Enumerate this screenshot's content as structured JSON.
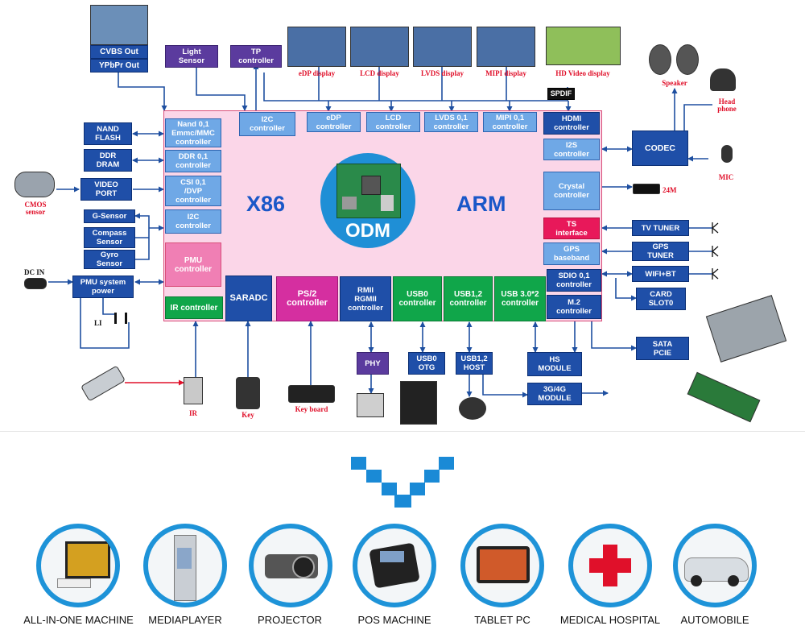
{
  "core": {
    "left": "X86",
    "right": "ARM",
    "center": "ODM"
  },
  "top_inputs": {
    "cvbs": "CVBS Out",
    "ypbpr": "YPbPr Out",
    "light_sensor": "Light\nSensor",
    "tp_controller": "TP\ncontroller"
  },
  "displays": {
    "edp": "eDP display",
    "lcd": "LCD display",
    "lvds": "LVDS display",
    "mipi": "MIPI display",
    "hd": "HD Video display",
    "spdif": "SPDIF"
  },
  "top_ctrl": {
    "i2c": "I2C\ncontroller",
    "edp": "eDP\ncontroller",
    "lcd": "LCD\ncontroller",
    "lvds": "LVDS 0,1\ncontroller",
    "mipi": "MIPI 0,1\ncontroller",
    "hdmi": "HDMI\ncontroller"
  },
  "left_ctrl": {
    "nand": "Nand 0,1\nEmmc/MMC\ncontroller",
    "ddr": "DDR 0,1\ncontroller",
    "csi": "CSI 0,1\n/DVP\ncontroller",
    "i2c": "I2C\ncontroller",
    "pmu": "PMU\ncontroller",
    "ir": "IR controller",
    "saradc": "SARADC"
  },
  "left_ext": {
    "nand_flash": "NAND\nFLASH",
    "ddr_dram": "DDR\nDRAM",
    "video_port": "VIDEO\nPORT",
    "gsensor": "G-Sensor",
    "compass": "Compass\nSensor",
    "gyro": "Gyro\nSensor",
    "pmu_power": "PMU system\npower",
    "cmos": "CMOS\nsensor",
    "dc_in": "DC IN",
    "li": "LI"
  },
  "bottom_ctrl": {
    "ps2": "PS/2\ncontroller",
    "rmii": "RMII\nRGMII\ncontroller",
    "usb0": "USB0\ncontroller",
    "usb12": "USB1,2\ncontroller",
    "usb3": "USB 3.0*2\ncontroller"
  },
  "bottom_ext": {
    "phy": "PHY",
    "usb0_otg": "USB0\nOTG",
    "usb12_host": "USB1,2\nHOST",
    "hs_module": "HS\nMODULE",
    "module_3g4g": "3G/4G\nMODULE"
  },
  "bottom_devices": {
    "ir": "IR",
    "key": "Key",
    "keyboard": "Key board"
  },
  "right_ctrl": {
    "i2s": "I2S\ncontroller",
    "crystal": "Crystal\ncontroller",
    "ts": "TS\ninterface",
    "gps": "GPS\nbaseband",
    "sdio": "SDIO 0,1\ncontroller",
    "m2": "M.2\ncontroller"
  },
  "right_ext": {
    "codec": "CODEC",
    "crystal_freq": "24M",
    "tv_tuner": "TV TUNER",
    "gps_tuner": "GPS\nTUNER",
    "wifi_bt": "WIFI+BT",
    "card_slot": "CARD\nSLOT0",
    "sata_pcie": "SATA\nPCIE",
    "speaker": "Speaker",
    "headphone": "Head\nphone",
    "mic": "MIC"
  },
  "applications": [
    {
      "label": "ALL-IN-ONE MACHINE",
      "icon": "all-in-one-icon"
    },
    {
      "label": "MEDIAPLAYER",
      "icon": "kiosk-icon"
    },
    {
      "label": "PROJECTOR",
      "icon": "projector-icon"
    },
    {
      "label": "POS MACHINE",
      "icon": "pos-icon"
    },
    {
      "label": "TABLET PC",
      "icon": "tablet-icon"
    },
    {
      "label": "MEDICAL HOSPITAL",
      "icon": "medical-cross-icon"
    },
    {
      "label": "AUTOMOBILE",
      "icon": "car-icon"
    }
  ],
  "colors": {
    "accent": "#1e93d8",
    "board": "#fbd6e8",
    "block": "#6fa8e6",
    "dark_block": "#1f4fa8"
  }
}
